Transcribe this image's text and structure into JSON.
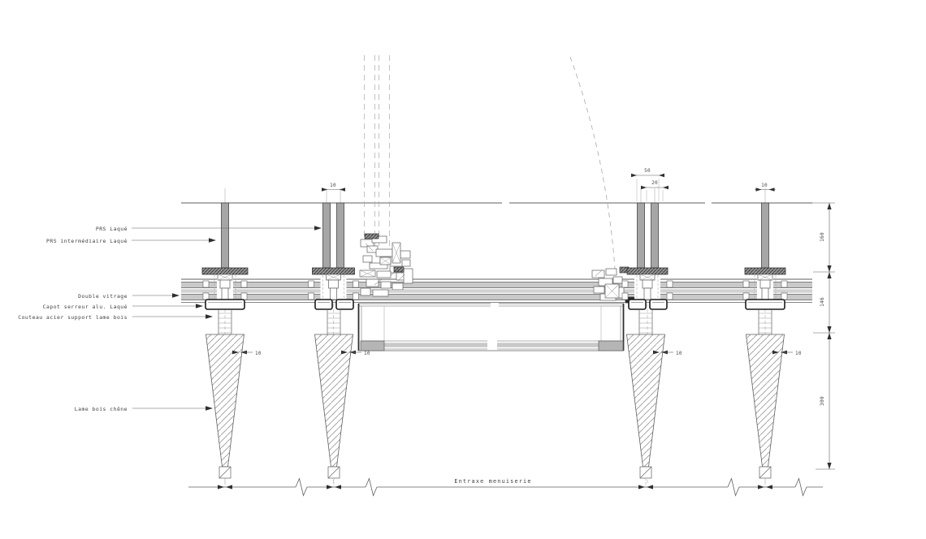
{
  "drawing": {
    "labels": {
      "prs": "PRS Laqué",
      "prs_intermediaire": "PRS intermédiaire Laqué",
      "double_vitrage": "Double vitrage",
      "capot": "Capot serreur alu. Laqué",
      "couteau": "Couteau acier support lame bois",
      "lame_bois": "Lame bois chêne",
      "entraxe": "Entraxe menuiserie"
    },
    "dimensions": {
      "mullion2_top": "10",
      "mullion3_top_outer": "50",
      "mullion3_top_inner": "20",
      "mullion4_top": "10",
      "right_chain": [
        "160",
        "146",
        "300"
      ],
      "blade_offsets": [
        "10",
        "10",
        "10",
        "10"
      ]
    },
    "colors": {
      "line": "#5f5f5f",
      "light": "#9b9b9b",
      "dash": "#a8a8a8",
      "steel": "#a6a6a6",
      "glass": "#c9c9c9",
      "dark": "#2f2f2f",
      "block": "#b5b5b5",
      "background": "#ffffff"
    }
  }
}
